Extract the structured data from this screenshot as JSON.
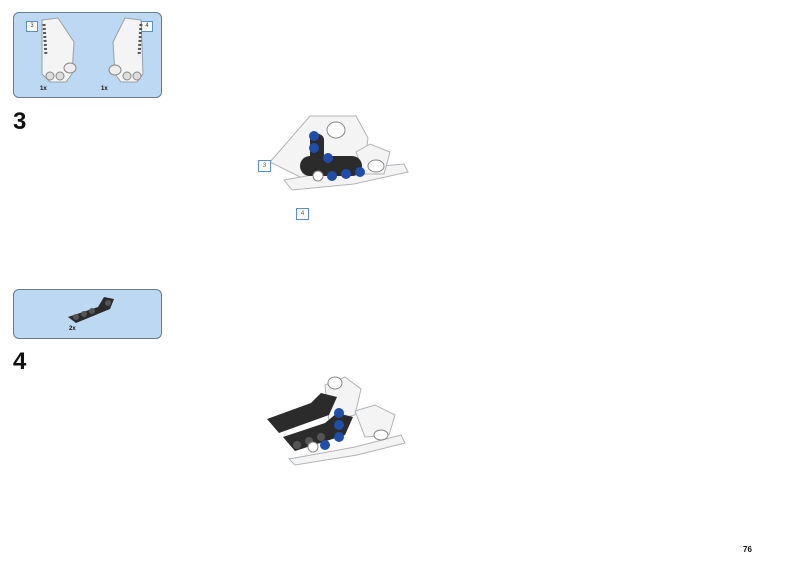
{
  "page_number": "76",
  "steps": [
    {
      "number": "3",
      "parts": [
        {
          "tag": "3",
          "qty": "1x"
        },
        {
          "tag": "4",
          "qty": "1x"
        }
      ],
      "callouts": [
        "3",
        "4"
      ]
    },
    {
      "number": "4",
      "parts": [
        {
          "qty": "2x"
        }
      ]
    }
  ],
  "colors": {
    "parts_box_fill": "#bcd8f2",
    "parts_box_border": "#6c7a8a",
    "callout_border": "#5a8fc8",
    "brick_white": "#f4f4f4",
    "brick_black": "#2b2b2b",
    "brick_blue": "#1f4da8"
  }
}
